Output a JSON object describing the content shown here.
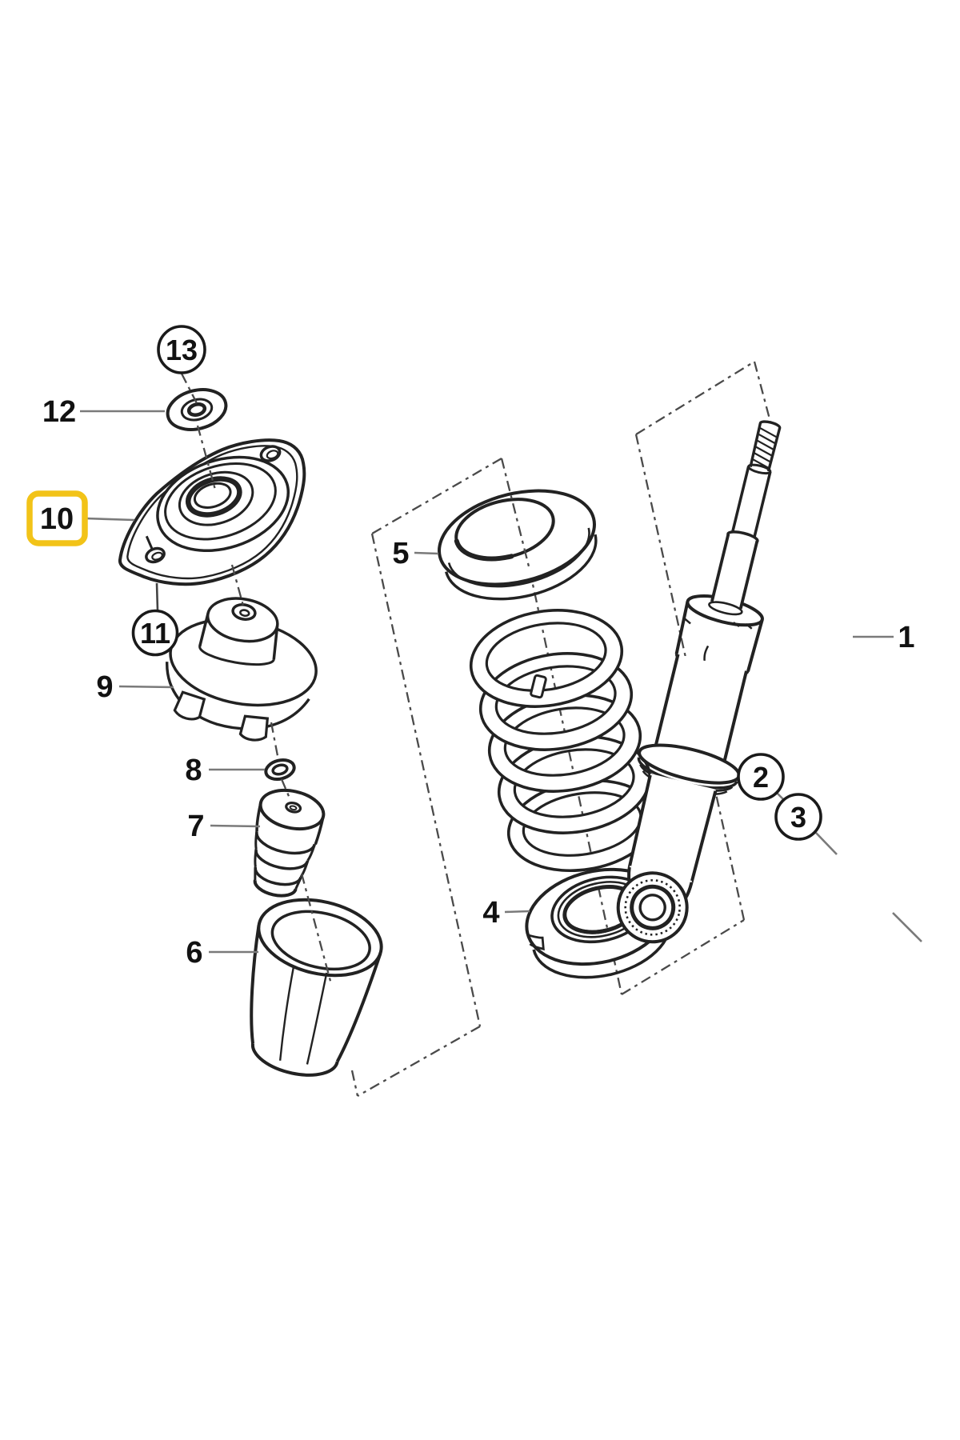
{
  "figure": {
    "type": "exploded-parts-diagram",
    "subject": "rear shock absorber and spring strut assembly",
    "background": "#ffffff"
  },
  "colors": {
    "line": "#222222",
    "leader": "#7a7a7a",
    "dash": "#4a4a4a",
    "highlight_border": "#F2C318",
    "label_text": "#121212"
  },
  "callouts": {
    "c1": {
      "label": "1",
      "style": "plain"
    },
    "c2": {
      "label": "2",
      "style": "circled"
    },
    "c3": {
      "label": "3",
      "style": "circled"
    },
    "c4": {
      "label": "4",
      "style": "plain"
    },
    "c5": {
      "label": "5",
      "style": "plain"
    },
    "c6": {
      "label": "6",
      "style": "plain"
    },
    "c7": {
      "label": "7",
      "style": "plain"
    },
    "c8": {
      "label": "8",
      "style": "plain"
    },
    "c9": {
      "label": "9",
      "style": "plain"
    },
    "c10": {
      "label": "10",
      "style": "plain",
      "highlighted": true
    },
    "c11": {
      "label": "11",
      "style": "circled"
    },
    "c12": {
      "label": "12",
      "style": "plain"
    },
    "c13": {
      "label": "13",
      "style": "circled"
    }
  }
}
